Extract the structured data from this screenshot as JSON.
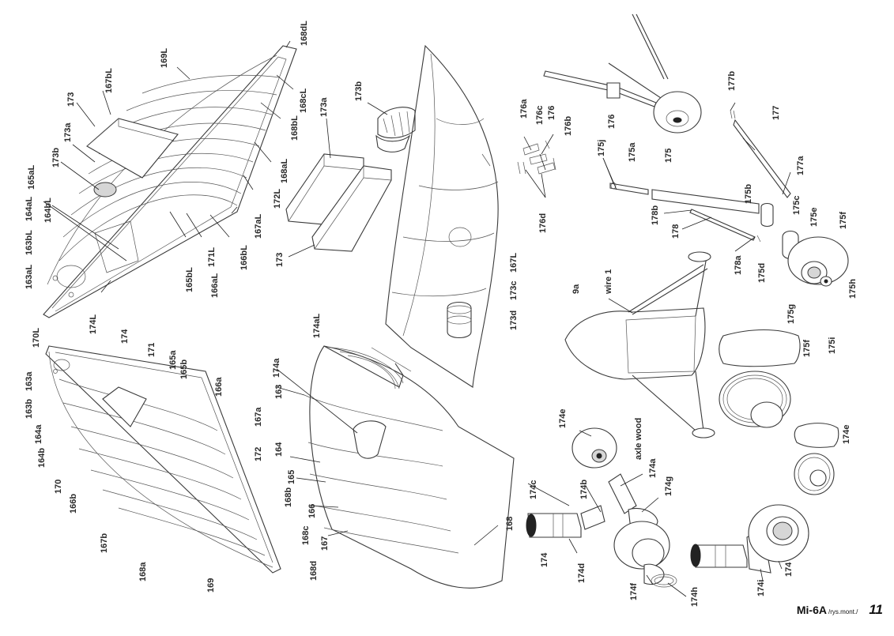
{
  "footer": {
    "model": "Mi-6A",
    "drawing": "/rys.mont./",
    "page": "11"
  },
  "labels": {
    "l169L": "169L",
    "l168dL": "168dL",
    "l168cL": "168cL",
    "l168bL": "168bL",
    "l168aL": "168aL",
    "l172L": "172L",
    "l167aL": "167aL",
    "l166bL": "166bL",
    "l171L": "171L",
    "l166aL": "166aL",
    "l165bL": "165bL",
    "l174L": "174L",
    "l170L": "170L",
    "l163aL": "163aL",
    "l163bL": "163bL",
    "l164aL": "164aL",
    "l164bL": "164bL",
    "l165aL": "165aL",
    "l173b_left": "173b",
    "l173a_left": "173a",
    "l173_left": "173",
    "l167bL": "167bL",
    "l163a": "163a",
    "l163b": "163b",
    "l164a": "164a",
    "l164b": "164b",
    "l170": "170",
    "l166b": "166b",
    "l167b": "167b",
    "l168a": "168a",
    "l169": "169",
    "l168d": "168d",
    "l168c": "168c",
    "l168b": "168b",
    "l172": "172",
    "l167a": "167a",
    "l166a": "166a",
    "l165b": "165b",
    "l165a": "165a",
    "l171": "171",
    "l174_top": "174",
    "l173b_mid": "173b",
    "l173a_mid": "173a",
    "l173_mid": "173",
    "l173d": "173d",
    "l173c": "173c",
    "l167L": "167L",
    "l174aL": "174aL",
    "l174a_mid": "174a",
    "l163": "163",
    "l164": "164",
    "l165": "165",
    "l166": "166",
    "l167": "167",
    "l168": "168",
    "l176a": "176a",
    "l176c": "176c",
    "l176": "176",
    "l176b": "176b",
    "l176d": "176d",
    "l176_arm": "176",
    "l177b": "177b",
    "l177": "177",
    "l177a": "177a",
    "l175j": "175j",
    "l175a": "175a",
    "l175": "175",
    "l178b": "178b",
    "l178": "178",
    "l175b": "175b",
    "l175c": "175c",
    "l175e": "175e",
    "l175f": "175f",
    "l178a": "178a",
    "l175d": "175d",
    "l175h": "175h",
    "l175g": "175g",
    "l175i": "175i",
    "l175f2": "175f",
    "l9a": "9a",
    "lwire1": "wire 1",
    "l174e_left": "174e",
    "l174e_right": "174e",
    "laxle": "axle wood",
    "l174a_r": "174a",
    "l174g": "174g",
    "l174c": "174c",
    "l174b": "174b",
    "l174_low": "174",
    "l174d": "174d",
    "l174f": "174f",
    "l174h": "174h",
    "l174i": "174i",
    "l174_right": "174"
  }
}
